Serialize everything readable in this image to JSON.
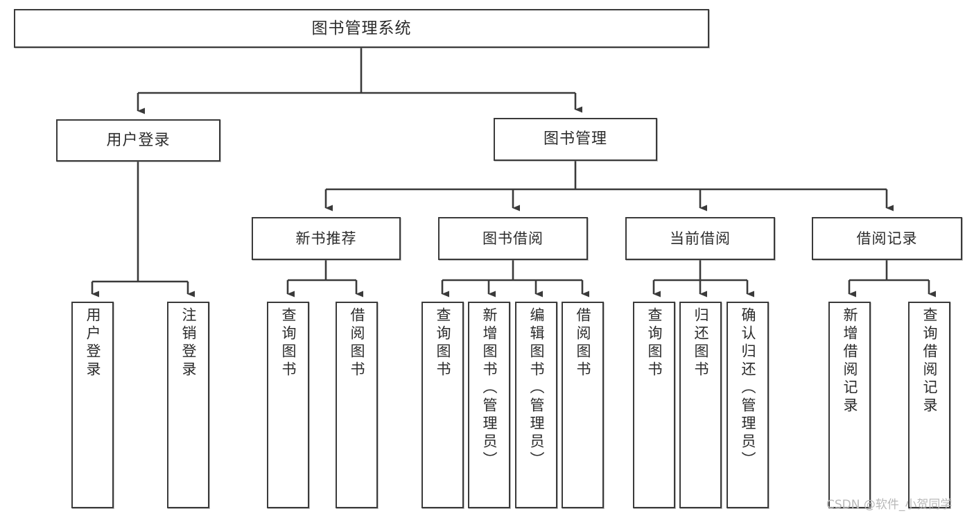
{
  "diagram": {
    "type": "tree-hierarchy",
    "title": "图书管理系统",
    "colors": {
      "background": "#ffffff",
      "node_border": "#3a3a3a",
      "node_fill": "#ffffff",
      "edge": "#3a3a3a",
      "text": "#2b2b2b",
      "watermark": "#b8b8b8"
    },
    "root": {
      "label": "图书管理系统"
    },
    "level1": [
      {
        "label": "用户登录"
      },
      {
        "label": "图书管理"
      }
    ],
    "level2": [
      {
        "label": "新书推荐"
      },
      {
        "label": "图书借阅"
      },
      {
        "label": "当前借阅"
      },
      {
        "label": "借阅记录"
      }
    ],
    "leaves": {
      "user_login": [
        {
          "label": "用户登录"
        },
        {
          "label": "注销登录"
        }
      ],
      "new_book_recommend": [
        {
          "label": "查询图书"
        },
        {
          "label": "借阅图书"
        }
      ],
      "book_borrow": [
        {
          "label": "查询图书"
        },
        {
          "label": "新增图书（管理员）"
        },
        {
          "label": "编辑图书（管理员）"
        },
        {
          "label": "借阅图书"
        }
      ],
      "current_borrow": [
        {
          "label": "查询图书"
        },
        {
          "label": "归还图书"
        },
        {
          "label": "确认归还（管理员）"
        }
      ],
      "borrow_record": [
        {
          "label": "新增借阅记录"
        },
        {
          "label": "查询借阅记录"
        }
      ]
    }
  },
  "watermark": {
    "text": "CSDN @软件_小贺同学"
  }
}
